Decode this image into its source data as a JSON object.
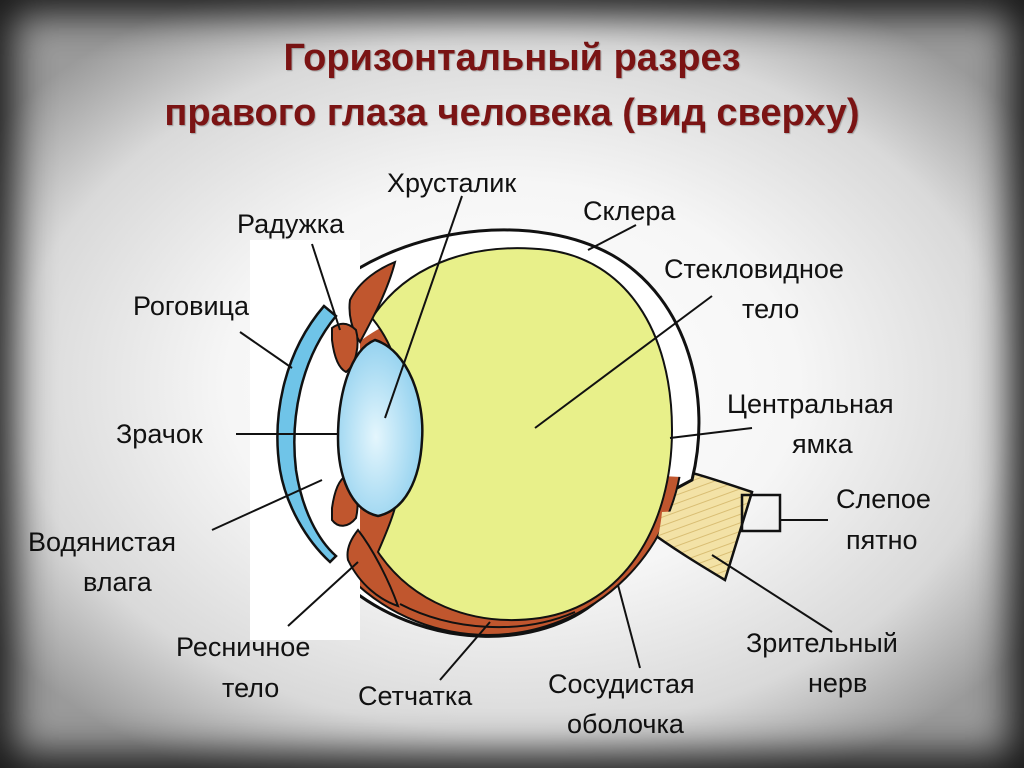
{
  "title": {
    "line1": "Горизонтальный разрез",
    "line2": "правого глаза человека (вид сверху)"
  },
  "labels": {
    "lens": "Хрусталик",
    "iris": "Радужка",
    "sclera": "Склера",
    "vitreous_1": "Стекловидное",
    "vitreous_2": "тело",
    "cornea": "Роговица",
    "pupil": "Зрачок",
    "fovea_1": "Центральная",
    "fovea_2": "ямка",
    "blind_spot_1": "Слепое",
    "blind_spot_2": "пятно",
    "aqueous_1": "Водянистая",
    "aqueous_2": "влага",
    "ciliary_1": "Ресничное",
    "ciliary_2": "тело",
    "retina": "Сетчатка",
    "choroid_1": "Сосудистая",
    "choroid_2": "оболочка",
    "optic_nerve_1": "Зрительный",
    "optic_nerve_2": "нерв"
  },
  "colors": {
    "title": "#7b1414",
    "vitreous": "#e8f08a",
    "choroid": "#c0562e",
    "lens": "#a8dcf2",
    "cornea": "#6fc4e8",
    "nerve": "#f3e2a6",
    "outline": "#111111"
  }
}
